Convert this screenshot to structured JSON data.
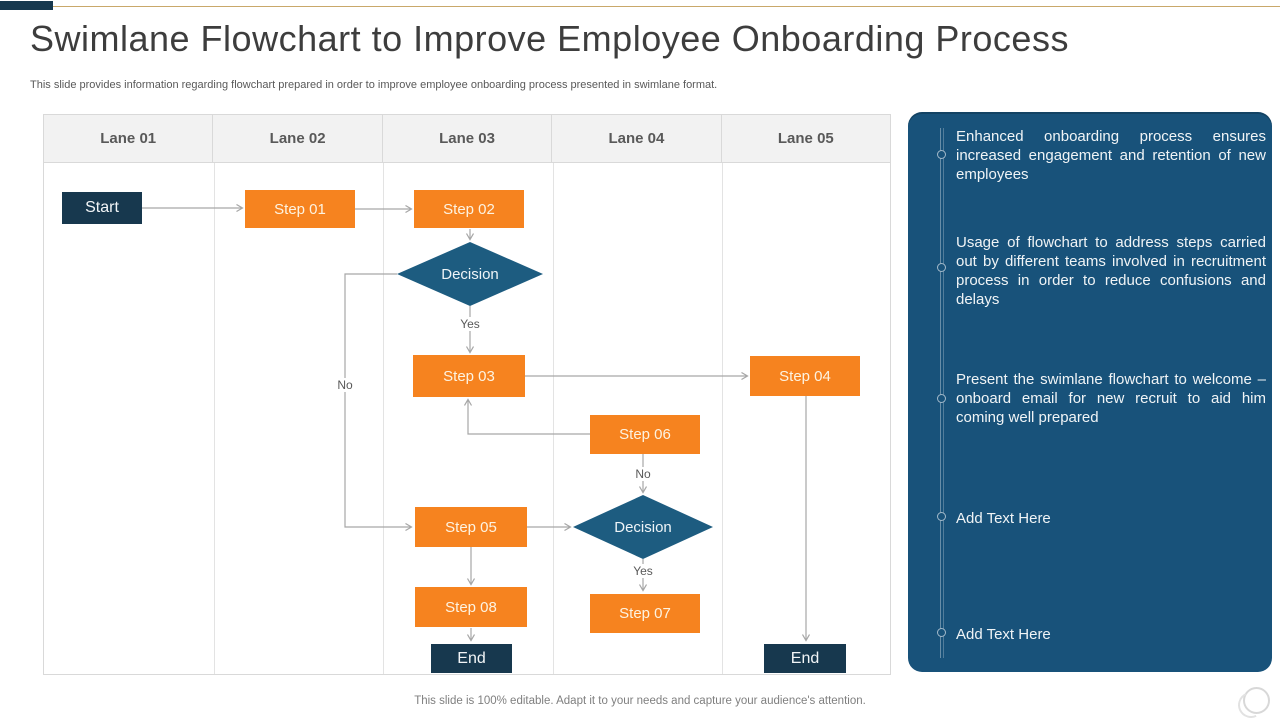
{
  "slide": {
    "title": "Swimlane Flowchart to Improve Employee Onboarding Process",
    "subtitle": "This slide provides information regarding flowchart prepared in order to improve employee onboarding process presented in swimlane format.",
    "footer": "This slide is 100% editable. Adapt it to your needs and capture your audience's attention."
  },
  "colors": {
    "accent_navy": "#17384e",
    "node_orange": "#f6831f",
    "diamond_blue": "#1d5c80",
    "sidebar_blue": "#18527a",
    "gold_line": "#c9a86a",
    "arrow_gray": "#a6a6a6",
    "lane_header_bg": "#f2f2f2",
    "grid_border": "#d9d9d9"
  },
  "lanes": [
    "Lane 01",
    "Lane 02",
    "Lane 03",
    "Lane 04",
    "Lane 05"
  ],
  "nodes": {
    "start": "Start",
    "step01": "Step 01",
    "step02": "Step 02",
    "decision1": "Decision",
    "step03": "Step 03",
    "step04": "Step 04",
    "step05": "Step 05",
    "step06": "Step 06",
    "step07": "Step 07",
    "step08": "Step 08",
    "decision2": "Decision",
    "end1": "End",
    "end2": "End"
  },
  "edge_labels": {
    "decision1_yes": "Yes",
    "decision1_no": "No",
    "decision2_no": "No",
    "decision2_yes": "Yes"
  },
  "sidebar": {
    "items": [
      "Enhanced onboarding process ensures increased engagement and retention of new employees",
      "Usage of flowchart to address steps carried out by different teams involved in recruitment process in order to reduce confusions and delays",
      "Present the swimlane flowchart to welcome – onboard email for new recruit to aid him coming well prepared",
      "Add Text Here",
      "Add Text Here"
    ]
  }
}
